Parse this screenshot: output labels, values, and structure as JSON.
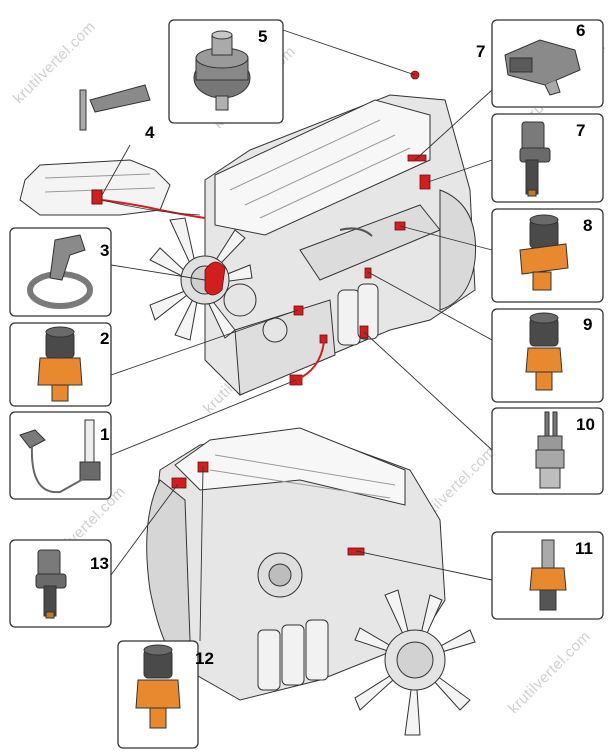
{
  "watermark": "krutilvertel.com",
  "callouts": [
    "1",
    "2",
    "3",
    "4",
    "5",
    "6",
    "7",
    "7",
    "8",
    "9",
    "10",
    "11",
    "12",
    "13"
  ],
  "colors": {
    "sensor_orange": "#e8882f",
    "sensor_dark": "#3a3a3a",
    "highlight_red": "#d11f1f",
    "line": "#333333",
    "engine_grey": "#e9e9e9"
  }
}
